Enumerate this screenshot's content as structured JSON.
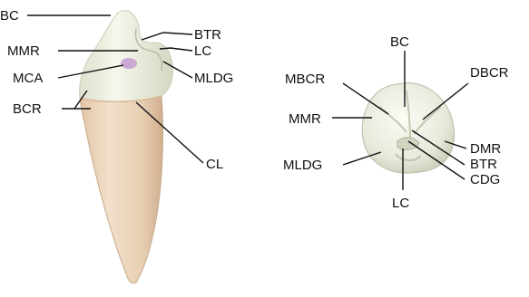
{
  "colors": {
    "enamel": "#eef1e2",
    "enamel_shadow": "#c9ceb8",
    "root": "#ecd6bd",
    "root_shadow": "#cfae8e",
    "contact_area": "#c9a9d4",
    "leader_line": "#111111",
    "text": "#111111",
    "background": "#ffffff"
  },
  "lateral_view": {
    "labels": {
      "bc": "BC",
      "btr": "BTR",
      "mmr": "MMR",
      "lc": "LC",
      "mca": "MCA",
      "mldg": "MLDG",
      "bcr": "BCR",
      "cl": "CL"
    }
  },
  "occlusal_view": {
    "labels": {
      "bc": "BC",
      "mbcr": "MBCR",
      "dbcr": "DBCR",
      "mmr": "MMR",
      "dmr": "DMR",
      "btr": "BTR",
      "cdg": "CDG",
      "mldg": "MLDG",
      "lc": "LC"
    }
  }
}
